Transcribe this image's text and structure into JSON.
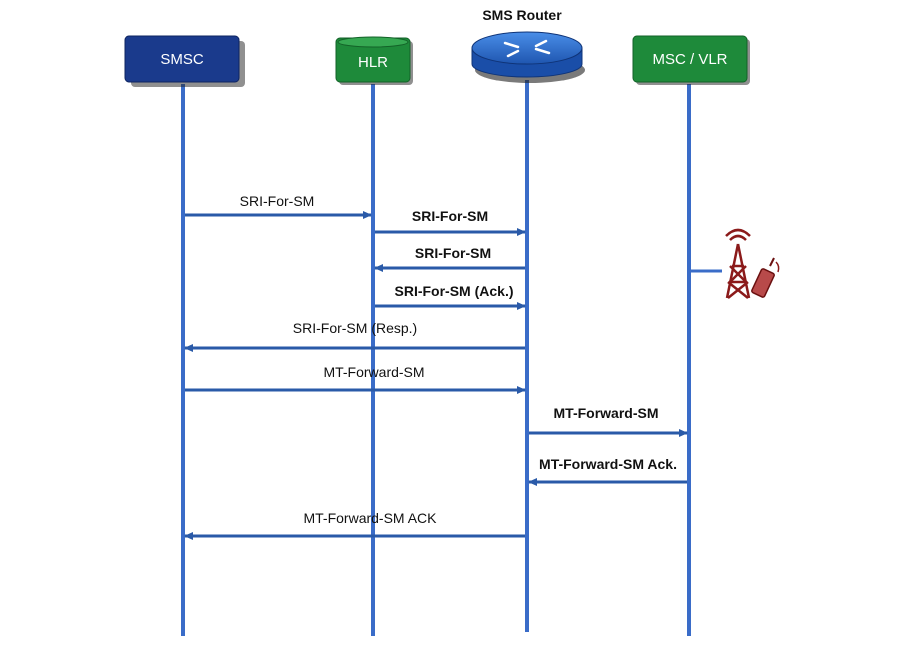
{
  "participants": {
    "smsc": "SMSC",
    "hlr": "HLR",
    "router": "SMS Router",
    "msc": "MSC / VLR"
  },
  "messages": [
    {
      "label": "SRI-For-SM",
      "bold": false
    },
    {
      "label": "SRI-For-SM",
      "bold": true
    },
    {
      "label": "SRI-For-SM",
      "bold": true
    },
    {
      "label": "SRI-For-SM (Ack.)",
      "bold": true
    },
    {
      "label": "SRI-For-SM (Resp.)",
      "bold": false
    },
    {
      "label": "MT-Forward-SM",
      "bold": false
    },
    {
      "label": "MT-Forward-SM",
      "bold": true
    },
    {
      "label": "MT-Forward-SM Ack.",
      "bold": true
    },
    {
      "label": "MT-Forward-SM ACK",
      "bold": false
    }
  ],
  "colors": {
    "smsc_box": "#1a3a8c",
    "hlr_box": "#1e8a3a",
    "msc_box": "#1e8a3a",
    "router_body": "#2a5fb8",
    "lifeline": "#3a6cc8",
    "arrow": "#2a5aa8",
    "tower": "#8b1a1a"
  },
  "icons": {
    "router": "router-icon",
    "tower": "cell-tower-icon",
    "phone": "mobile-phone-icon"
  }
}
